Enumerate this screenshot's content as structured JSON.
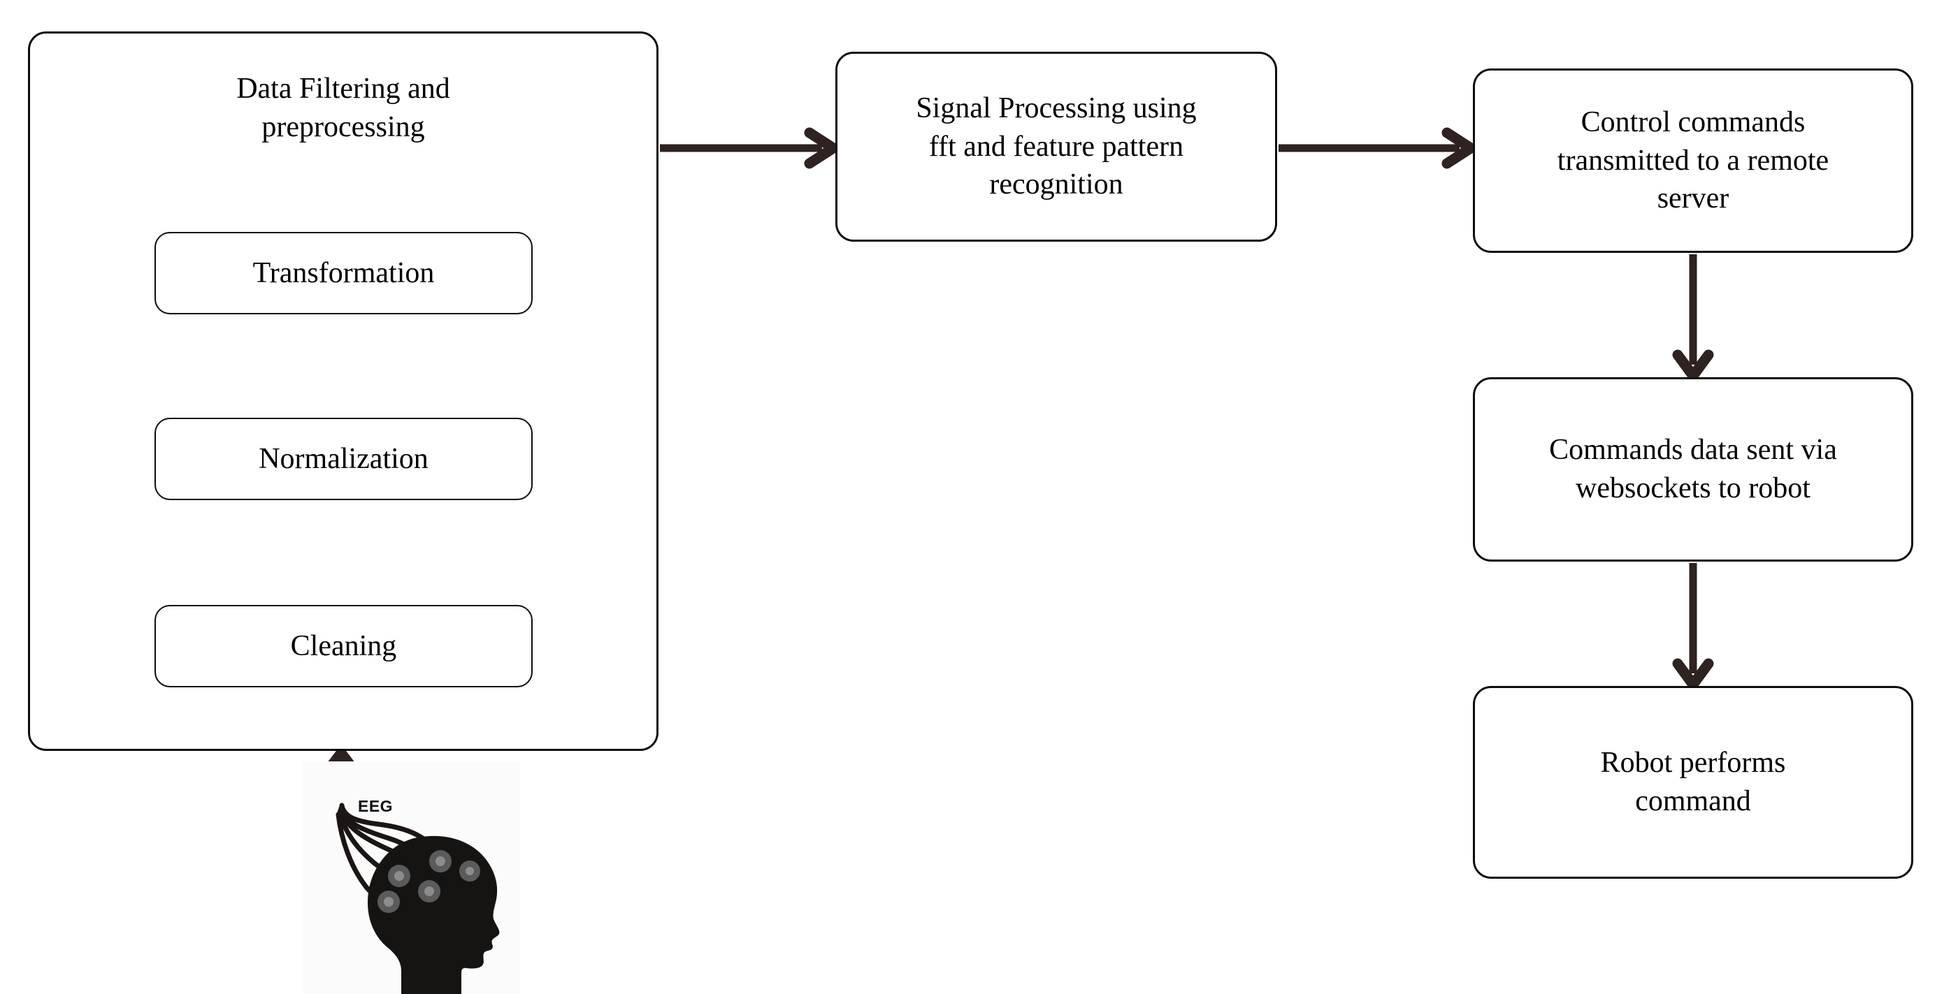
{
  "diagram": {
    "title": "EEG brain-computer interface robot control pipeline",
    "background_color": "#ffffff",
    "stroke_color": "#0d0d0d",
    "arrow_color": "#2e2320",
    "text_color": "#000000"
  },
  "group": {
    "name": "data-filtering-and-preprocessing",
    "title": "Data Filtering and\npreprocessing",
    "steps": [
      {
        "id": "transformation",
        "label": "Transformation"
      },
      {
        "id": "normalization",
        "label": "Normalization"
      },
      {
        "id": "cleaning",
        "label": "Cleaning"
      }
    ]
  },
  "nodes": [
    {
      "id": "signal-processing",
      "label": "Signal Processing using\nfft and feature pattern\nrecognition"
    },
    {
      "id": "control-commands",
      "label": "Control commands\ntransmitted to a remote\nserver"
    },
    {
      "id": "websockets",
      "label": "Commands data sent via\nwebsockets to robot"
    },
    {
      "id": "robot",
      "label": "Robot performs\ncommand"
    }
  ],
  "source": {
    "id": "eeg-headset",
    "label": "EEG",
    "icon": "eeg-head-electrodes-icon"
  },
  "edges": [
    {
      "from": "eeg-headset",
      "to": "data-filtering-and-preprocessing",
      "direction": "up"
    },
    {
      "from": "cleaning",
      "to": "normalization",
      "direction": "up"
    },
    {
      "from": "normalization",
      "to": "transformation",
      "direction": "up"
    },
    {
      "from": "data-filtering-and-preprocessing",
      "to": "signal-processing",
      "direction": "right"
    },
    {
      "from": "signal-processing",
      "to": "control-commands",
      "direction": "right"
    },
    {
      "from": "control-commands",
      "to": "websockets",
      "direction": "down"
    },
    {
      "from": "websockets",
      "to": "robot",
      "direction": "down"
    }
  ]
}
